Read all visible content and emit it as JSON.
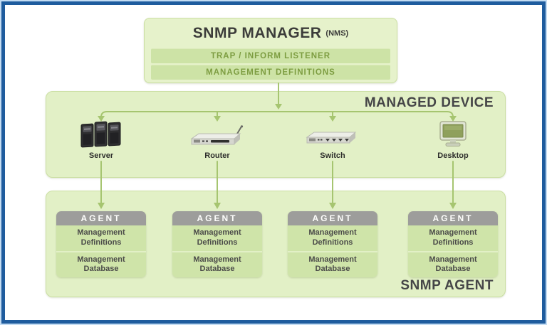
{
  "manager": {
    "title": "SNMP MANAGER",
    "title_suffix": "(NMS)",
    "listener_label": "TRAP / INFORM LISTENER",
    "definitions_label": "MANAGEMENT DEFINITIONS"
  },
  "managed_device": {
    "title": "MANAGED DEVICE",
    "devices": [
      {
        "label": "Server",
        "icon": "server-icon"
      },
      {
        "label": "Router",
        "icon": "router-icon"
      },
      {
        "label": "Switch",
        "icon": "switch-icon"
      },
      {
        "label": "Desktop",
        "icon": "desktop-icon"
      }
    ]
  },
  "agents": {
    "title": "SNMP AGENT",
    "cards": [
      {
        "header": "AGENT",
        "rows": [
          "Management Definitions",
          "Management Database"
        ]
      },
      {
        "header": "AGENT",
        "rows": [
          "Management Definitions",
          "Management Database"
        ]
      },
      {
        "header": "AGENT",
        "rows": [
          "Management Definitions",
          "Management Database"
        ]
      },
      {
        "header": "AGENT",
        "rows": [
          "Management Definitions",
          "Management Database"
        ]
      }
    ]
  },
  "colors": {
    "frame_blue": "#1F5C9E",
    "frame_light_blue": "#C3DCF3",
    "box_fill": "#E3F0C7",
    "box_border": "#CBDFA3",
    "bar_fill": "#CDE3A6",
    "olive_text": "#7D9D41",
    "card_row_fill": "#CFE4A9",
    "agent_header_gray": "#9D9D9B",
    "arrow_green": "#A6C570",
    "title_text": "#454547"
  }
}
